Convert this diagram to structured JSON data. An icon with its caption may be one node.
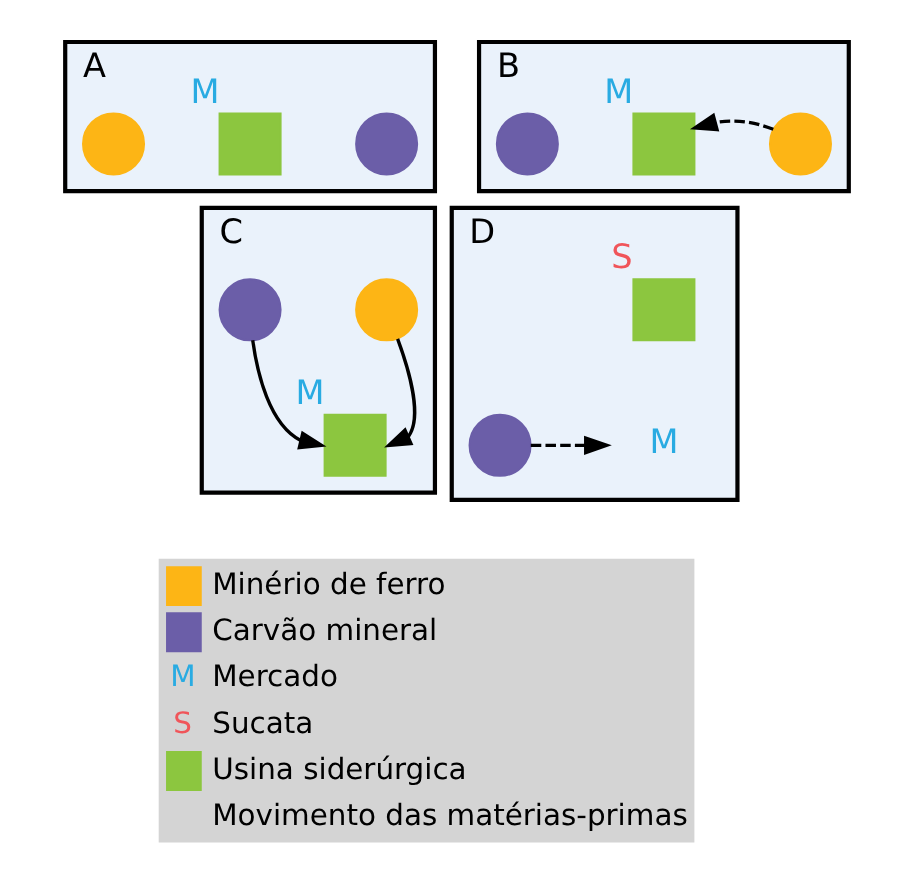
{
  "diagram": {
    "nodes": [
      {
        "text": [
          "A"
        ]
      },
      {
        "text": [],
        "shape": "box",
        "in": 0,
        "beside": [
          "M"
        ]
      },
      {
        "text": [],
        "shape": "circle",
        "in": 0
      },
      {
        "text": [],
        "shape": "circle",
        "in": 0
      },
      {
        "text": [
          "B"
        ]
      },
      {
        "text": [],
        "shape": "circle",
        "in": 4
      },
      {
        "text": [],
        "shape": "box",
        "in": 4,
        "beside": [
          "M"
        ]
      },
      {
        "text": [],
        "shape": "circle",
        "in": 4
      },
      {
        "text": [
          "C"
        ]
      },
      {
        "text": [],
        "shape": "circle",
        "in": 8
      },
      {
        "text": [],
        "shape": "circle",
        "in": 8
      },
      {
        "text": [],
        "shape": "box",
        "in": 8,
        "beside": [
          "M"
        ]
      },
      {
        "text": [
          "D"
        ]
      },
      {
        "text": [],
        "shape": "box",
        "in": 12,
        "beside": [
          "S"
        ]
      },
      {
        "text": [
          "M"
        ],
        "in": 12
      },
      {
        "text": [],
        "shape": "circle",
        "in": 12
      }
    ],
    "edges": [
      {
        "from": 7,
        "to": 6,
        "arrow": "to",
        "style": "dashed"
      },
      {
        "from": 9,
        "to": 11,
        "arrow": "to"
      },
      {
        "from": 10,
        "to": 11,
        "arrow": "to"
      },
      {
        "from": 15,
        "to": 14,
        "arrow": "to",
        "style": "dashed"
      }
    ],
    "labels": [
      "M",
      "S"
    ],
    "legend": [
      {
        "text": "Minério de ferro",
        "color": "#fdb515"
      },
      {
        "text": "Carvão mineral",
        "color": "#6b5ea8"
      },
      {
        "text": "Mercado"
      },
      {
        "text": "Sucata"
      },
      {
        "text": "Usina siderúrgica",
        "color": "#8cc63f"
      },
      {
        "text": "Movimento das matérias-primas"
      }
    ]
  }
}
